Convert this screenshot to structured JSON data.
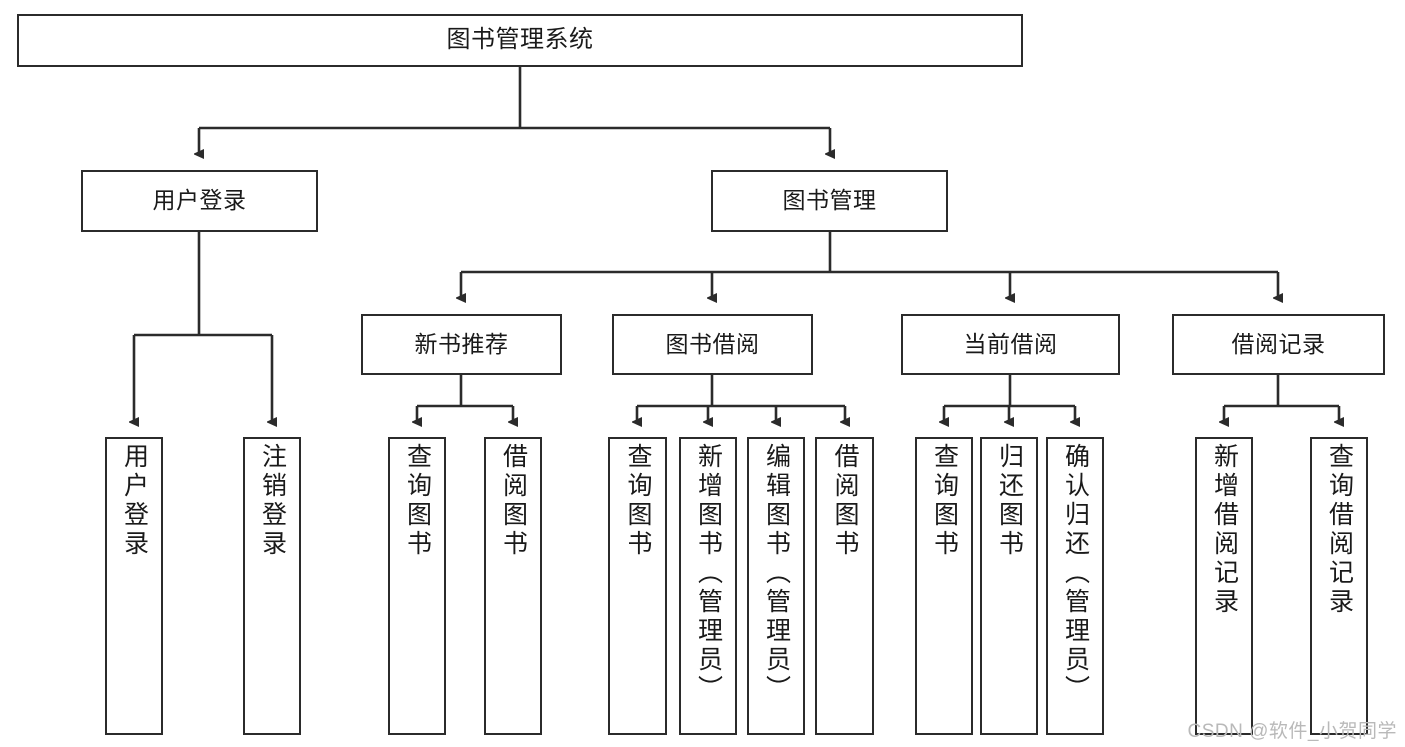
{
  "diagram": {
    "title": "图书管理系统",
    "type": "tree",
    "colors": {
      "box_border": "#2b2b2b",
      "box_fill": "#ffffff",
      "edge": "#2b2b2b",
      "text": "#1a1a1a",
      "watermark": "#b9b9b9",
      "background": "#ffffff"
    },
    "nodes": {
      "root": {
        "label": "图书管理系统"
      },
      "level2": [
        {
          "id": "user_login",
          "label": "用户登录"
        },
        {
          "id": "book_manage",
          "label": "图书管理"
        }
      ],
      "level3": [
        {
          "id": "new_book_rec",
          "label": "新书推荐"
        },
        {
          "id": "book_borrow",
          "label": "图书借阅"
        },
        {
          "id": "current_borrow",
          "label": "当前借阅"
        },
        {
          "id": "borrow_record",
          "label": "借阅记录"
        }
      ],
      "leaves": {
        "user_login": [
          {
            "id": "leaf_user_login",
            "label": "用户登录"
          },
          {
            "id": "leaf_logout",
            "label": "注销登录"
          }
        ],
        "new_book_rec": [
          {
            "id": "leaf_query_book_1",
            "label": "查询图书"
          },
          {
            "id": "leaf_borrow_book_1",
            "label": "借阅图书"
          }
        ],
        "book_borrow": [
          {
            "id": "leaf_query_book_2",
            "label": "查询图书"
          },
          {
            "id": "leaf_add_book",
            "label": "新增图书（管理员）"
          },
          {
            "id": "leaf_edit_book",
            "label": "编辑图书（管理员）"
          },
          {
            "id": "leaf_borrow_book_2",
            "label": "借阅图书"
          }
        ],
        "current_borrow": [
          {
            "id": "leaf_query_book_3",
            "label": "查询图书"
          },
          {
            "id": "leaf_return_book",
            "label": "归还图书"
          },
          {
            "id": "leaf_confirm_return",
            "label": "确认归还（管理员）"
          }
        ],
        "borrow_record": [
          {
            "id": "leaf_add_record",
            "label": "新增借阅记录"
          },
          {
            "id": "leaf_query_record",
            "label": "查询借阅记录"
          }
        ]
      }
    },
    "watermark": "CSDN @软件_小贺同学"
  }
}
